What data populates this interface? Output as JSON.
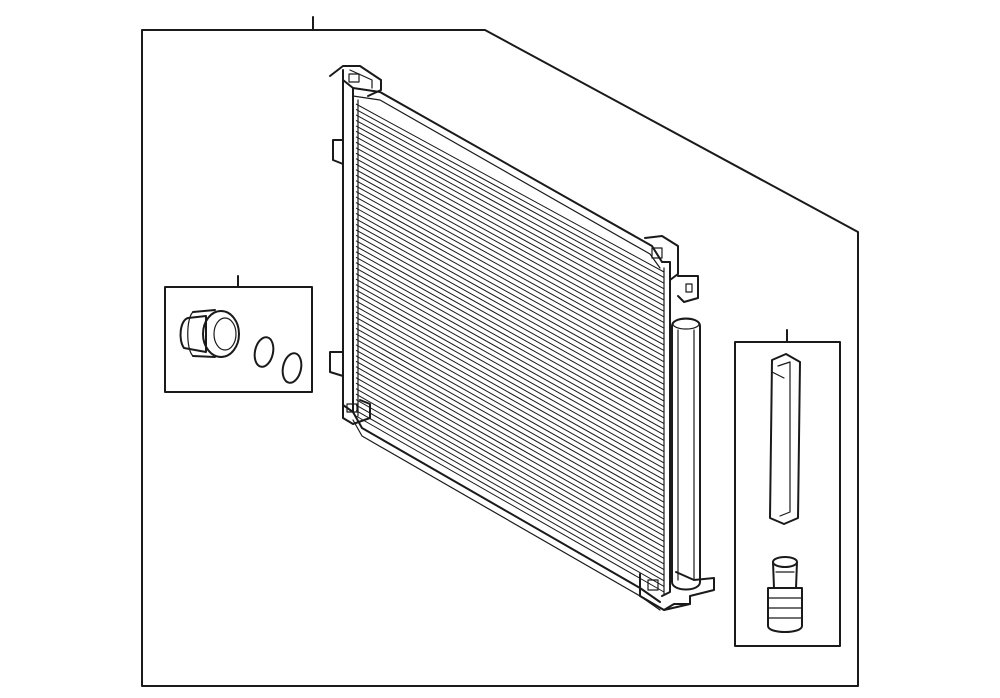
{
  "diagram": {
    "background": "#ffffff",
    "line_color": "#1a1a1a",
    "parts": [
      {
        "id": "condenser-assembly"
      },
      {
        "id": "receiver-cap-kit"
      },
      {
        "id": "desiccant-kit"
      }
    ]
  }
}
